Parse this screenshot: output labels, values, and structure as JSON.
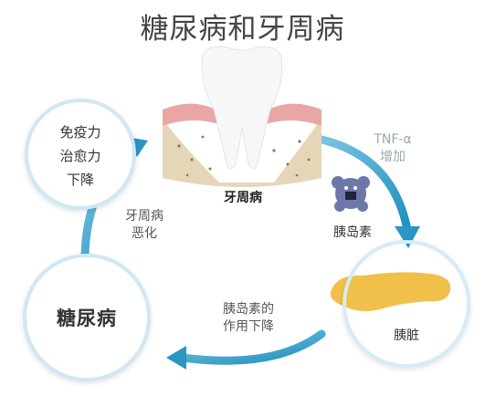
{
  "title": "糖尿病和牙周病",
  "nodes": {
    "immune": {
      "line1": "免疫力",
      "line2": "治愈力",
      "line3": "下降"
    },
    "diabetes": {
      "label": "糖尿病"
    },
    "pancreas": {
      "label": "胰脏"
    },
    "tooth": {
      "label": "牙周病"
    },
    "insulin": {
      "label": "胰岛素"
    }
  },
  "edges": {
    "tnf": {
      "line1": "TNF-α",
      "line2": "增加"
    },
    "periodontal": {
      "line1": "牙周病",
      "line2": "恶化"
    },
    "insulin_action": {
      "line1": "胰岛素的",
      "line2": "作用下降"
    }
  },
  "colors": {
    "arrow": "#2f9fc9",
    "circle_border": "#cfe8f3",
    "gum": "#e8a7a5",
    "bone": "#e6d6b8",
    "pancreas": "#f0c04a",
    "insulin": "#6e78a8"
  }
}
